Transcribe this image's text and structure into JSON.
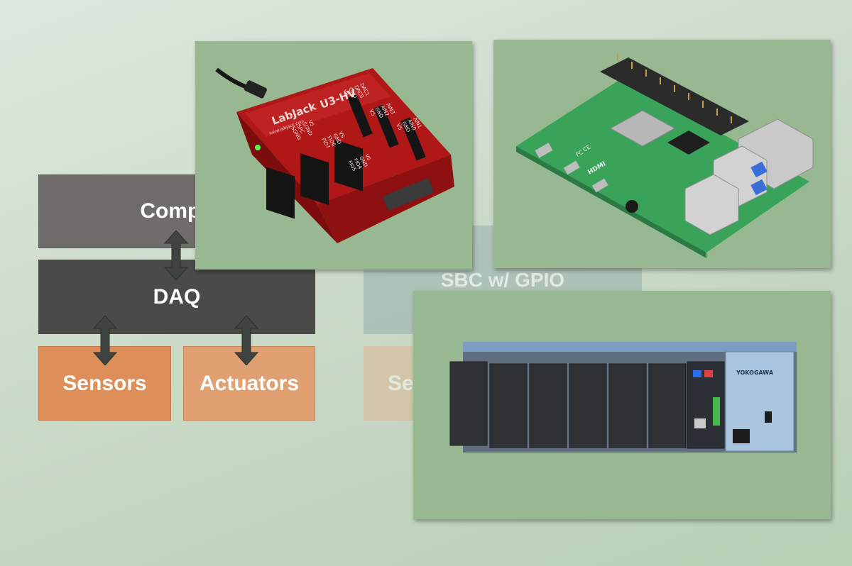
{
  "diagram": {
    "computer_label": "Compu",
    "daq_label": "DAQ",
    "sensors_label": "Sensors",
    "actuators_label": "Actuators",
    "sbc_label": "SBC w/ GPIO",
    "sbc_sensors_label": "Se"
  },
  "photos": {
    "labjack": {
      "brand": "LabJack",
      "model": "U3-HV",
      "url": "www.labjack.com",
      "pins_a": [
        "SGND",
        "SPC",
        "SGND",
        "VS"
      ],
      "pins_b": [
        "FIO7",
        "FIO6",
        "GND",
        "VS"
      ],
      "pins_c": [
        "FIO5",
        "FIO4",
        "GND",
        "VS"
      ],
      "pins_d": [
        "VS",
        "GND",
        "DAC0",
        "DAC1"
      ],
      "pins_e": [
        "VS",
        "GND",
        "AIN2",
        "AIN3"
      ],
      "pins_f": [
        "VS",
        "GND",
        "AIN0",
        "AIN1"
      ]
    },
    "raspberry_pi": {
      "marks": [
        "HDMI",
        "FC",
        "CE"
      ]
    },
    "yokogawa": {
      "brand": "YOKOGAWA"
    }
  },
  "colors": {
    "computer": "#6f6d6a",
    "daq": "#4a4a47",
    "sensors": "#de8e58",
    "actuators": "#e0a071",
    "sbc": "#8fa6a6",
    "card_bg": "#98b892"
  }
}
